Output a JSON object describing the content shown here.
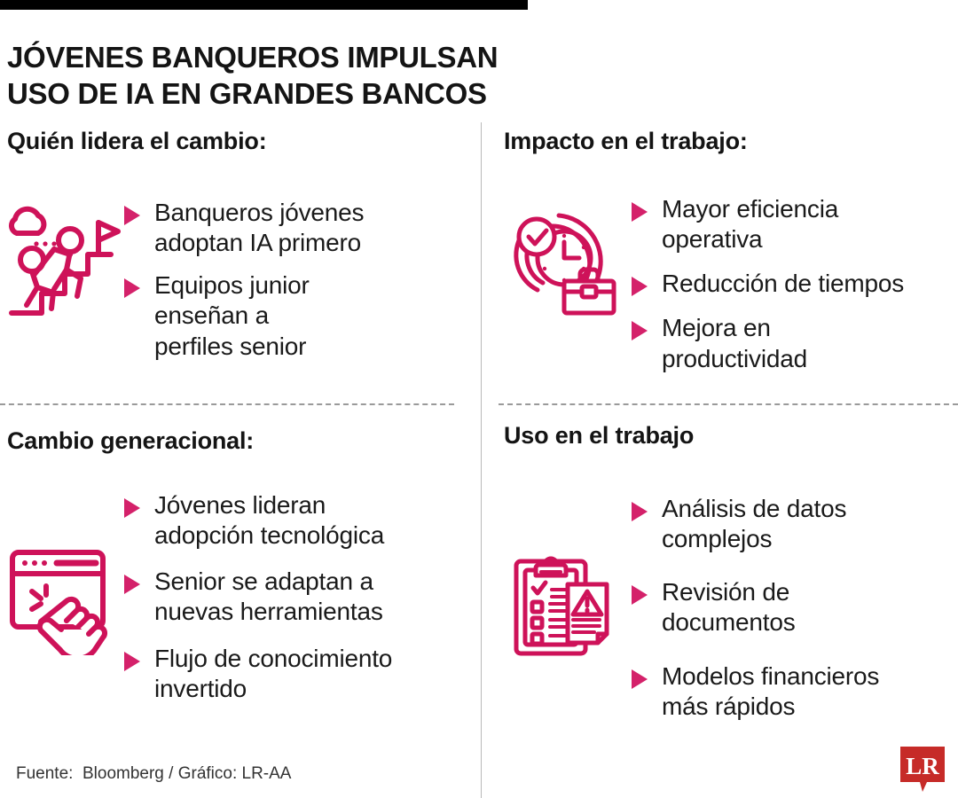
{
  "colors": {
    "accent_pink": "#D4216A",
    "icon_pink": "#CE1259",
    "logo_red": "#C62B28",
    "headline_black": "#141414",
    "background": "#FFFFFF"
  },
  "headline": {
    "line1": "JÓVENES BANQUEROS IMPULSAN",
    "line2": "USO DE IA EN GRANDES BANCOS"
  },
  "sections": [
    {
      "heading": "Quién lidera el cambio:",
      "icon": "people-climbing-stairs-flag-icon",
      "bullets": [
        "Banqueros jóvenes\nadoptan IA primero",
        "Equipos junior\nenseñan a\nperfiles senior"
      ]
    },
    {
      "heading": "Impacto en el trabajo:",
      "icon": "clock-briefcase-icon",
      "bullets": [
        "Mayor eficiencia\noperativa",
        "Reducción de tiempos",
        "Mejora en\nproductividad"
      ]
    },
    {
      "heading": "Cambio generacional:",
      "icon": "browser-hand-cursor-icon",
      "bullets": [
        "Jóvenes lideran\nadopción tecnológica",
        "Senior se adaptan a\nnuevas herramientas",
        "Flujo de conocimiento\ninvertido"
      ]
    },
    {
      "heading": "Uso en el trabajo",
      "icon": "clipboard-checklist-document-icon",
      "bullets": [
        "Análisis de datos\ncomplejos",
        "Revisión de\ndocumentos",
        "Modelos financieros\nmás rápidos"
      ]
    }
  ],
  "footer": {
    "source": "Fuente:  Bloomberg / Gráfico: LR-AA",
    "logo_text": "LR"
  }
}
